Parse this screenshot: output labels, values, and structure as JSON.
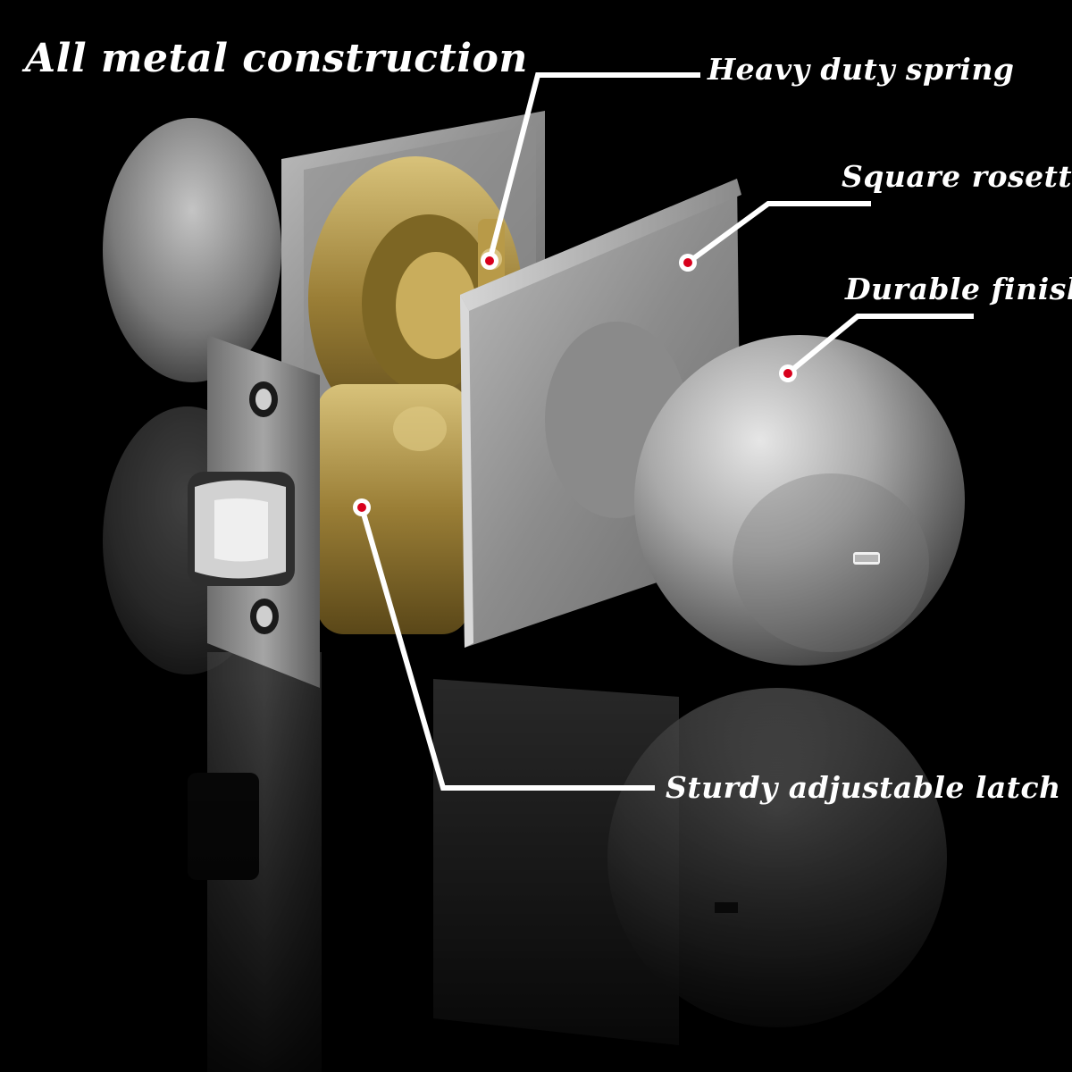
{
  "headline": "All metal construction",
  "callouts": [
    {
      "id": "spring",
      "text": "Heavy duty spring"
    },
    {
      "id": "rosette",
      "text": "Square rosette"
    },
    {
      "id": "finish",
      "text": "Durable finish"
    },
    {
      "id": "latch",
      "text": "Sturdy adjustable latch"
    }
  ],
  "colors": {
    "background": "#000000",
    "steel": "#9a9a9a",
    "brass": "#b59a4a",
    "marker": "#d8001c",
    "callout_line": "#ffffff"
  }
}
